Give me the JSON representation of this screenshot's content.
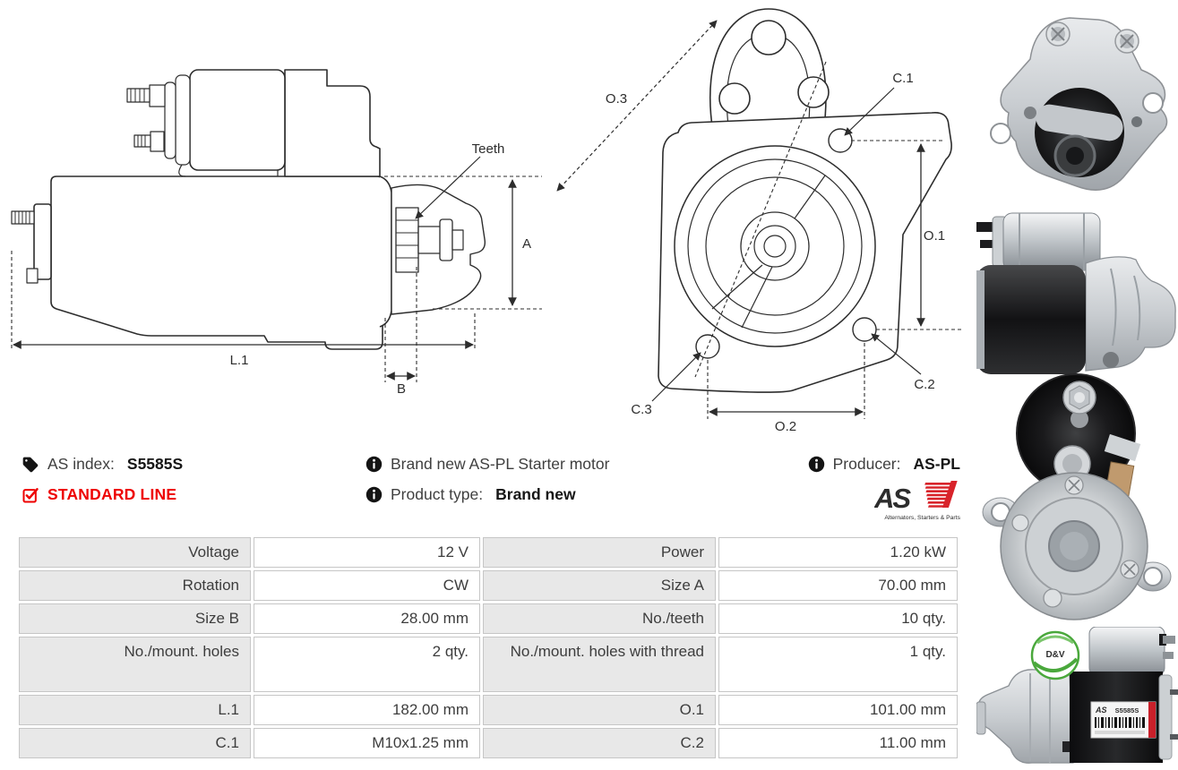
{
  "diagram_labels": {
    "side_view": {
      "teeth": "Teeth",
      "dim_a": "A",
      "dim_l1": "L.1",
      "dim_b": "B"
    },
    "front_view": {
      "dim_o3": "O.3",
      "dim_c1": "C.1",
      "dim_o1": "O.1",
      "dim_c2": "C.2",
      "dim_c3": "C.3",
      "dim_o2": "O.2"
    }
  },
  "product_info": {
    "as_index_label": "AS index:",
    "as_index_value": "S5585S",
    "line_badge": "STANDARD LINE",
    "description": "Brand new AS-PL Starter motor",
    "product_type_label": "Product type:",
    "product_type_value": "Brand new",
    "producer_label": "Producer:",
    "producer_value": "AS-PL"
  },
  "brand": {
    "logo_text": "AS",
    "logo_tagline": "Alternators, Starters & Parts"
  },
  "photos": {
    "product_label_code": "S5585S",
    "sticker_text": "D&V"
  },
  "colors": {
    "accent_red": "#ee0000",
    "logo_red": "#d8232a",
    "table_label_bg": "#e8e8e8",
    "table_value_bg": "#ffffff",
    "table_border": "#c6c6c6",
    "drawing_line": "#2d2d2d",
    "text_dark": "#3f3f3f"
  },
  "spec_table": {
    "rows": [
      {
        "l1": "Voltage",
        "v1": "12 V",
        "l2": "Power",
        "v2": "1.20 kW"
      },
      {
        "l1": "Rotation",
        "v1": "CW",
        "l2": "Size A",
        "v2": "70.00 mm"
      },
      {
        "l1": "Size B",
        "v1": "28.00 mm",
        "l2": "No./teeth",
        "v2": "10 qty."
      },
      {
        "l1": "No./mount. holes",
        "v1": "2 qty.",
        "l2": "No./mount. holes with thread",
        "v2": "1 qty."
      },
      {
        "l1": "L.1",
        "v1": "182.00 mm",
        "l2": "O.1",
        "v2": "101.00 mm"
      },
      {
        "l1": "C.1",
        "v1": "M10x1.25 mm",
        "l2": "C.2",
        "v2": "11.00 mm"
      }
    ]
  }
}
